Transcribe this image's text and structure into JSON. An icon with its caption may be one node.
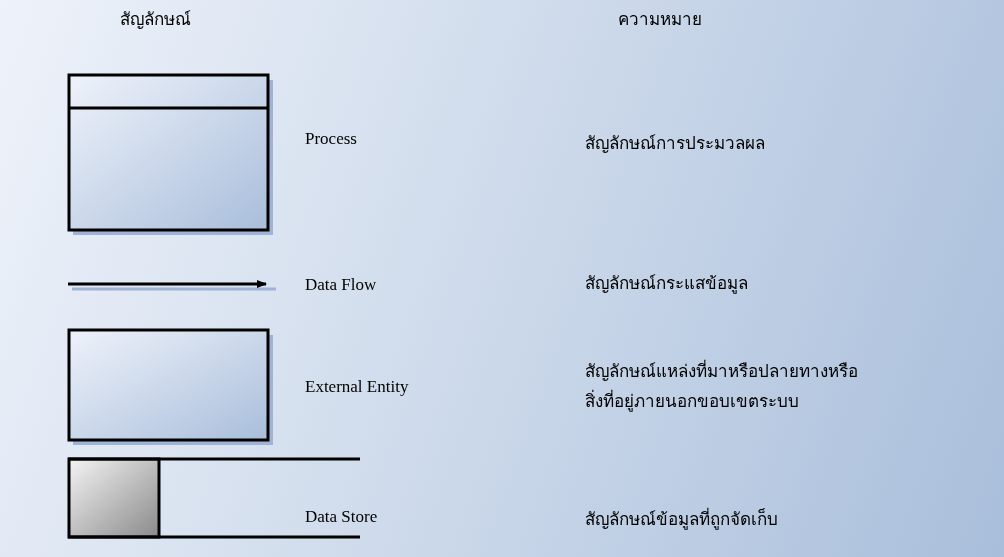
{
  "diagram": {
    "labels": [
      "สัญลักษณ์",
      "ความหมาย",
      "Process",
      "สัญลักษณ์การประมวลผล",
      "Data Flow",
      "สัญลักษณ์กระแสข้อมูล",
      "External Entity",
      "สัญลักษณ์แหล่งที่มาหรือปลายทางหรือสิ่งที่อยู่ภายนอกขอบเขตระบบ",
      "Data Store",
      "สัญลักษณ์ข้อมูลที่ถูกจัดเก็บ"
    ]
  }
}
